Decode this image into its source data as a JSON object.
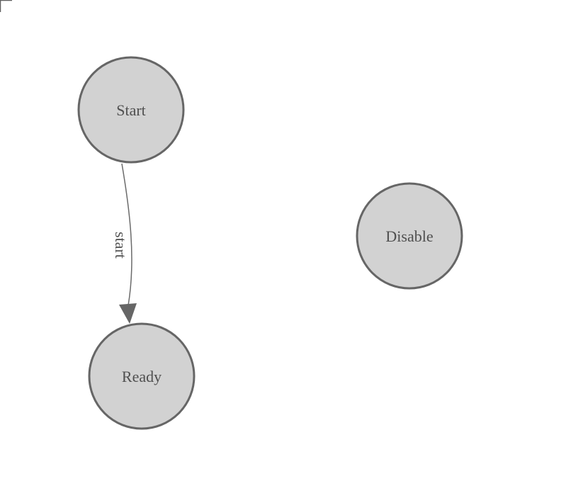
{
  "diagram": {
    "nodes": [
      {
        "id": "start",
        "label": "Start"
      },
      {
        "id": "ready",
        "label": "Ready"
      },
      {
        "id": "disable",
        "label": "Disable"
      }
    ],
    "edges": [
      {
        "from": "start",
        "to": "ready",
        "label": "start"
      }
    ],
    "colors": {
      "node_fill": "#d2d2d2",
      "node_stroke": "#666666",
      "node_text": "#4f4f4f",
      "edge_stroke": "#6b6b6b",
      "arrowhead_fill": "#666666",
      "corner_mark": "#5f5f5f",
      "background": "#ffffff"
    }
  }
}
